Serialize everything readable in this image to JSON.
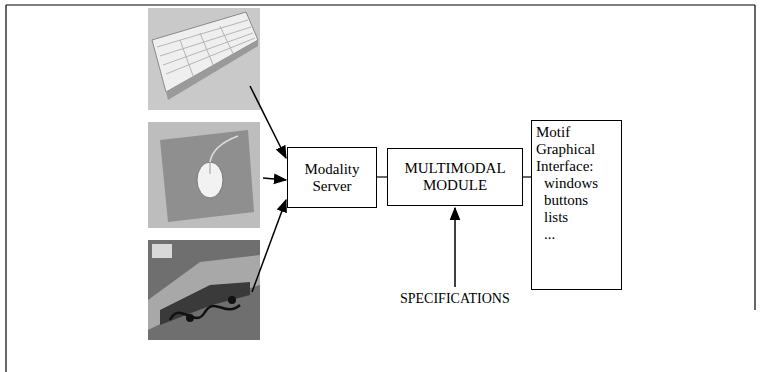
{
  "diagram": {
    "nodes": [
      {
        "text": [
          "Modality Server"
        ]
      },
      {
        "text": [
          "MULTIMODAL MODULE"
        ]
      },
      {
        "text": [
          "Motif Graphical Interface:",
          "windows",
          "buttons",
          "lists",
          "..."
        ]
      }
    ],
    "edges": [
      {
        "from": 0,
        "to": 1,
        "arrow": "none"
      },
      {
        "from": 1,
        "to": 2,
        "arrow": "none"
      }
    ],
    "labels": [
      "SPECIFICATIONS"
    ]
  }
}
